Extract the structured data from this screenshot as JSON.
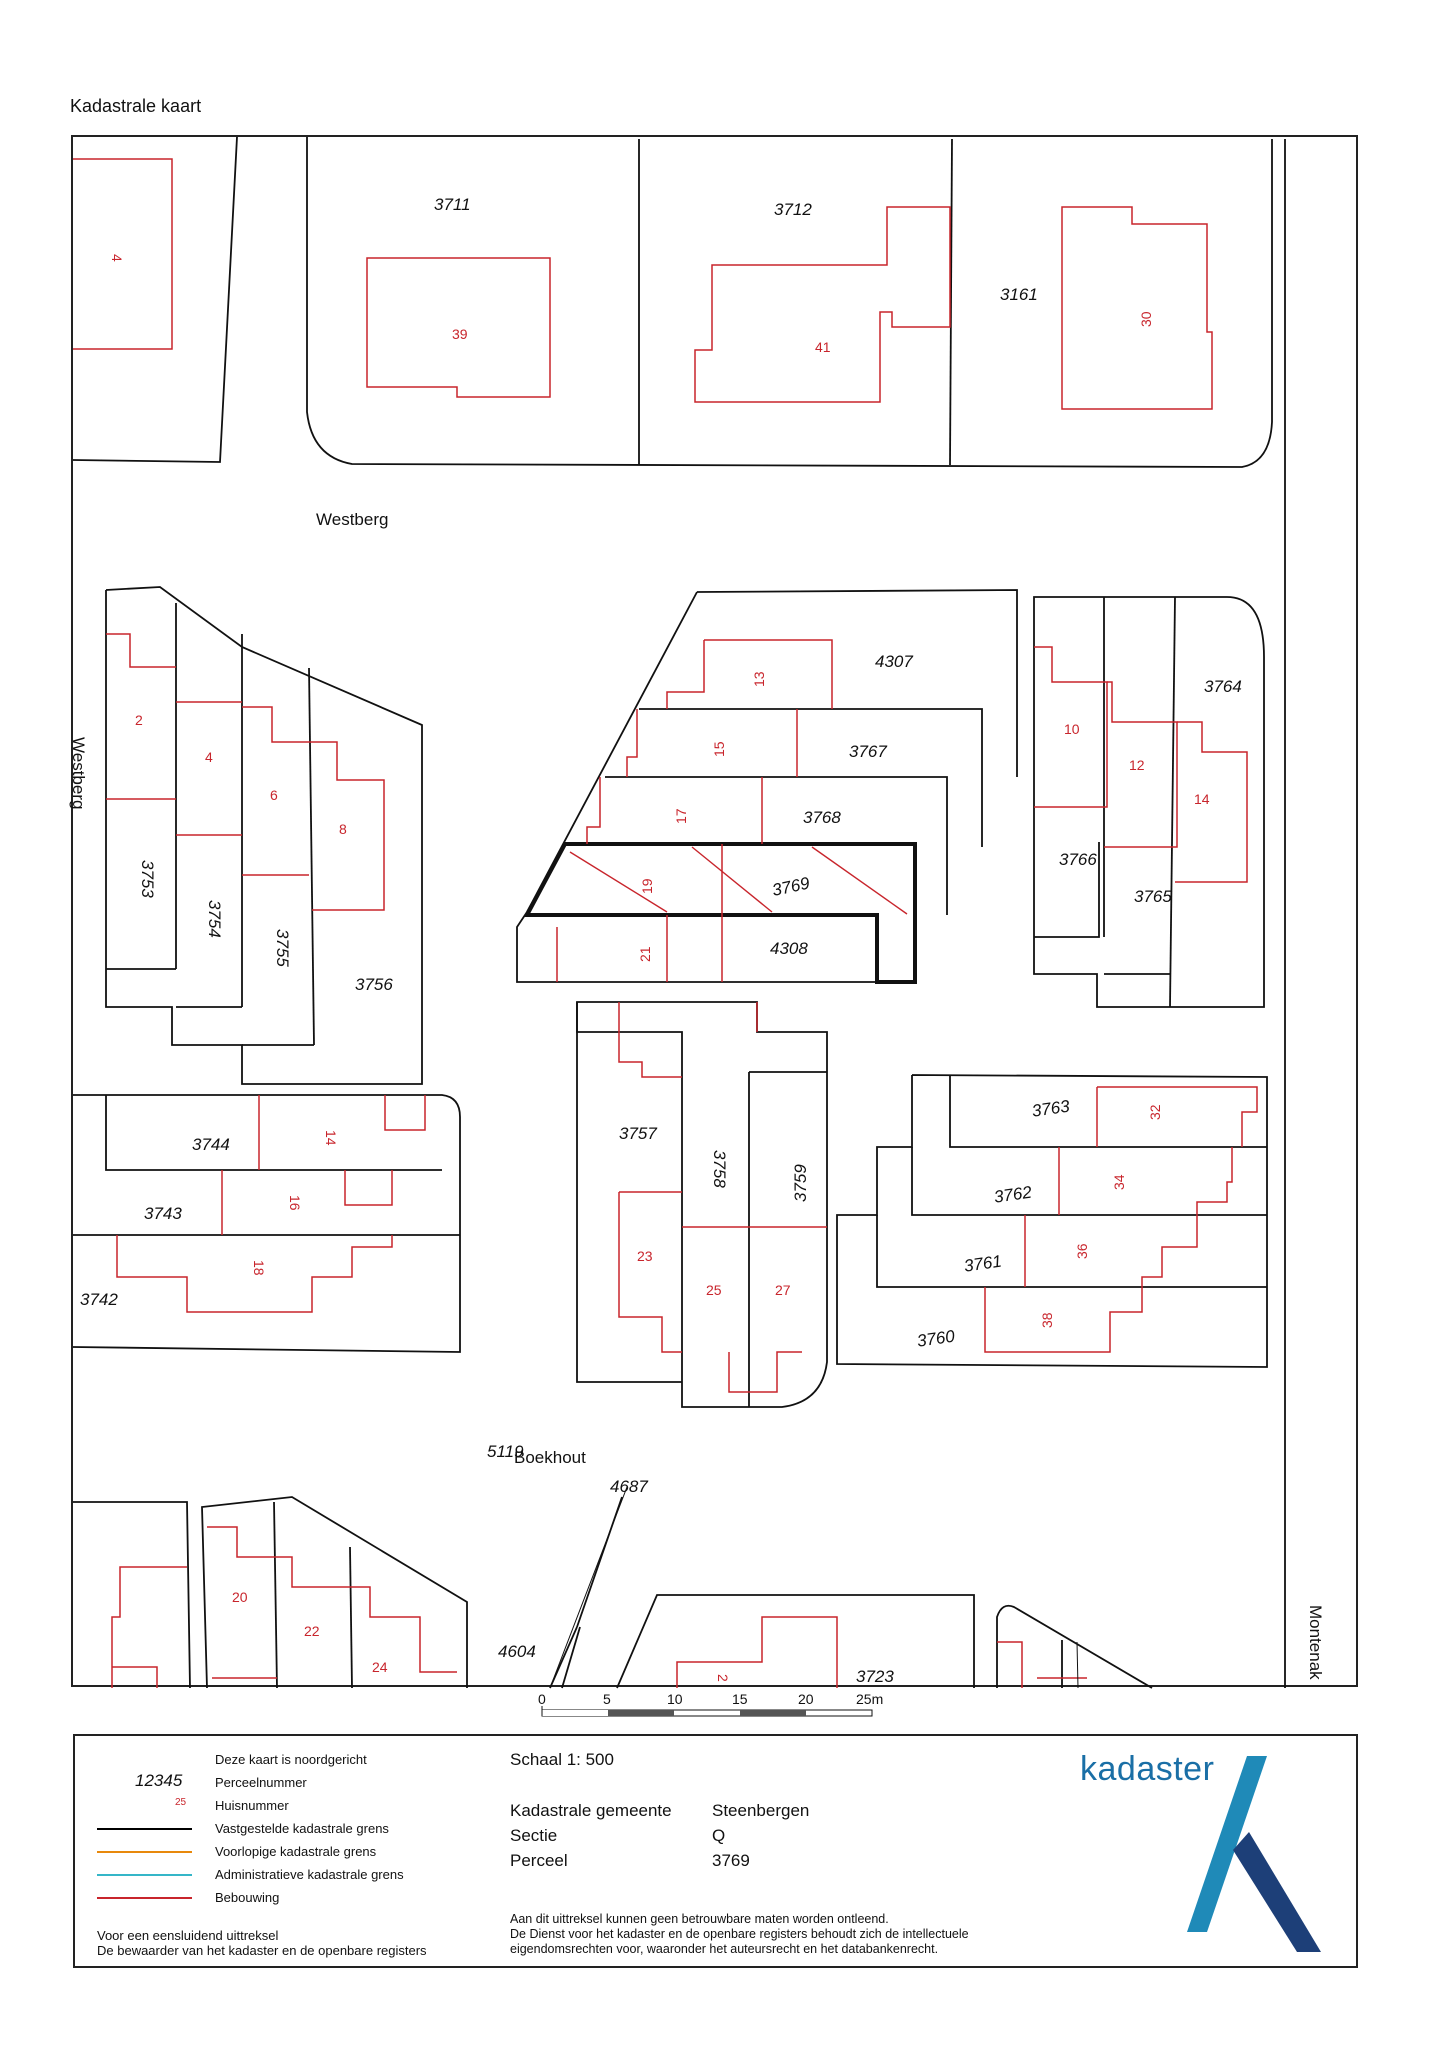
{
  "page": {
    "title": "Kadastrale kaart"
  },
  "map": {
    "streets": {
      "westberg": "Westberg",
      "westberg_side": "Westberg",
      "boekhout": "Boekhout",
      "montenak": "Montenak"
    },
    "parcels": {
      "p3711": "3711",
      "p3712": "3712",
      "p3161": "3161",
      "p4307": "4307",
      "p3764": "3764",
      "p3767": "3767",
      "p3768": "3768",
      "p3769": "3769",
      "p4308": "4308",
      "p3766": "3766",
      "p3765": "3765",
      "p3753": "3753",
      "p3754": "3754",
      "p3755": "3755",
      "p3756": "3756",
      "p3744": "3744",
      "p3743": "3743",
      "p3742": "3742",
      "p3757": "3757",
      "p3758": "3758",
      "p3759": "3759",
      "p3763": "3763",
      "p3762": "3762",
      "p3761": "3761",
      "p3760": "3760",
      "p5119": "5119",
      "p4687": "4687",
      "p4604": "4604",
      "p3723": "3723"
    },
    "house_numbers": {
      "h4top": "4",
      "h39": "39",
      "h41": "41",
      "h30": "30",
      "h13": "13",
      "h15": "15",
      "h17": "17",
      "h19": "19",
      "h21": "21",
      "h10": "10",
      "h12": "12",
      "h14r": "14",
      "h2": "2",
      "h4": "4",
      "h6": "6",
      "h8": "8",
      "h14l": "14",
      "h16": "16",
      "h18": "18",
      "h23": "23",
      "h25": "25",
      "h27": "27",
      "h32": "32",
      "h34": "34",
      "h36": "36",
      "h38": "38",
      "h20": "20",
      "h22": "22",
      "h24": "24",
      "h2b": "2"
    },
    "selected_parcel": "3769"
  },
  "scale_bar": {
    "labels": [
      "0",
      "5",
      "10",
      "15",
      "20",
      "25m"
    ]
  },
  "legend": {
    "north": "Deze kaart is noordgericht",
    "parcel_number_symbol": "12345",
    "parcel_number": "Perceelnummer",
    "house_number_symbol": "25",
    "house_number": "Huisnummer",
    "fixed_boundary": "Vastgestelde kadastrale grens",
    "provisional_boundary": "Voorlopige kadastrale grens",
    "administrative_boundary": "Administratieve kadastrale grens",
    "building": "Bebouwing",
    "colors": {
      "fixed": "#000000",
      "provisional": "#e8890c",
      "administrative": "#35b6c8",
      "building": "#c8252c"
    },
    "footer_line1": "Voor een eensluidend uittreksel",
    "footer_line2": "De bewaarder van het kadaster en de openbare registers"
  },
  "info": {
    "scale": "Schaal 1: 500",
    "municipality_label": "Kadastrale gemeente",
    "municipality_value": "Steenbergen",
    "section_label": "Sectie",
    "section_value": "Q",
    "parcel_label": "Perceel",
    "parcel_value": "3769",
    "disclaimer1": "Aan dit uittreksel kunnen geen betrouwbare maten worden ontleend.",
    "disclaimer2": "De Dienst voor het kadaster en de openbare registers behoudt zich de intellectuele",
    "disclaimer3": "eigendomsrechten voor, waaronder het auteursrecht en het databankenrecht."
  },
  "logo": {
    "text": "kadaster",
    "colors": {
      "light": "#1f8ab8",
      "dark": "#1d3f78"
    }
  }
}
